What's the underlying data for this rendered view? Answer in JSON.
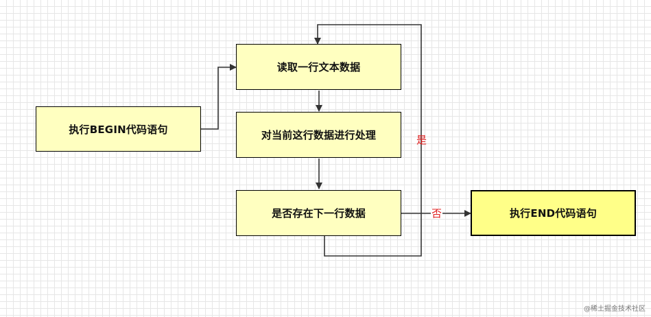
{
  "nodes": {
    "begin": "执行BEGIN代码语句",
    "read_line": "读取一行文本数据",
    "process_line": "对当前这行数据进行处理",
    "has_next": "是否存在下一行数据",
    "end": "执行END代码语句"
  },
  "edges": {
    "yes_label": "是",
    "no_label": "否"
  },
  "watermark": "@稀土掘金技术社区",
  "colors": {
    "box_fill": "#ffffc0",
    "end_box_fill": "#ffff88",
    "edge_label": "#e02020",
    "line": "#333333"
  }
}
